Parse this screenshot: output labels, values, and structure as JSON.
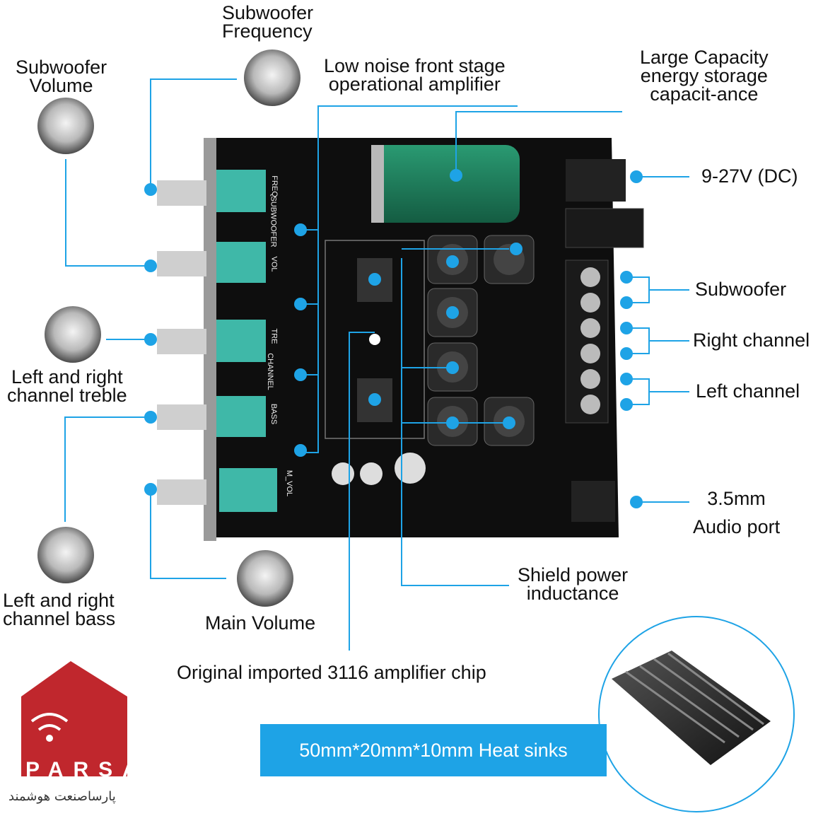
{
  "labels": {
    "sub_freq": [
      "Subwoofer",
      "Frequency"
    ],
    "sub_vol": [
      "Subwoofer",
      "Volume"
    ],
    "low_noise": [
      "Low noise front stage",
      "operational amplifier"
    ],
    "capacitor": [
      "Large Capacity",
      "energy storage",
      "capacit-ance"
    ],
    "power": "9-27V (DC)",
    "subwoofer": "Subwoofer",
    "right_channel": "Right channel",
    "left_channel": "Left channel",
    "treble": [
      "Left and right",
      "channel treble"
    ],
    "bass": [
      "Left and right",
      "channel bass"
    ],
    "main_volume": "Main Volume",
    "audio_port": [
      "3.5mm",
      "Audio port"
    ],
    "shield": [
      "Shield power",
      "inductance"
    ],
    "chip": "Original imported 3116 amplifier chip"
  },
  "banner": "50mm*20mm*10mm Heat sinks",
  "board_silk": {
    "freq": "FREQ",
    "subwoofer": "SUBWOOFER",
    "vol": "VOL",
    "tre": "TRE",
    "channel": "CHANNEL",
    "bass": "BASS",
    "m_vol": "M_VOL"
  },
  "logo": {
    "latin": "PARSA",
    "persian": "پارساصنعت هوشمند"
  },
  "colors": {
    "accent": "#1ea3e6",
    "pcb": "#0e0e0e",
    "pot": "#3fb8a8",
    "cap": "#1f7a5a",
    "logo_red": "#c0272d"
  }
}
